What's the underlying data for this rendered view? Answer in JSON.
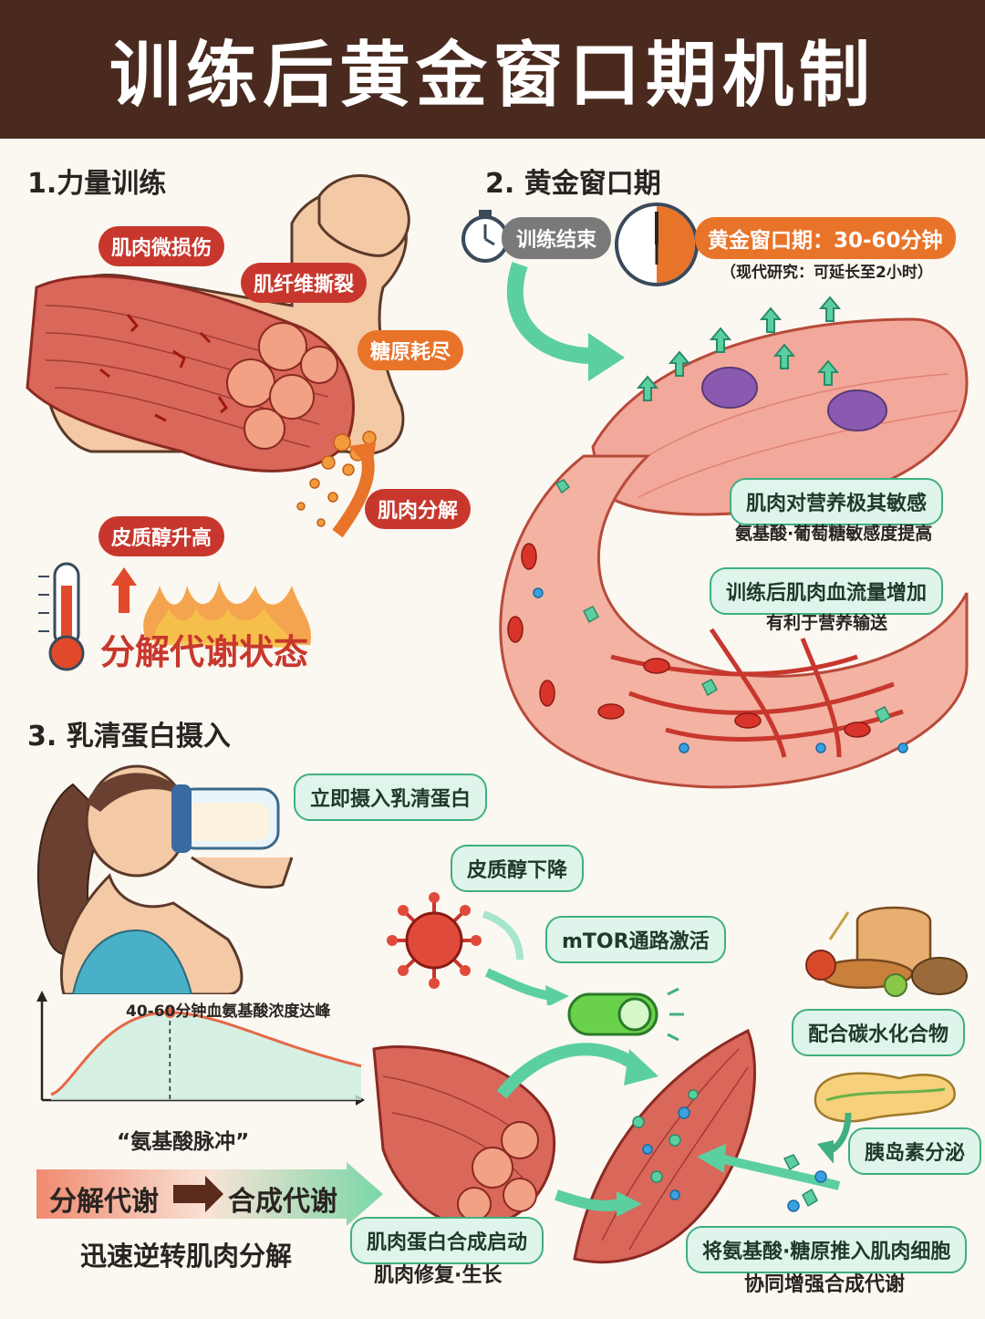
{
  "header": {
    "title": "训练后黄金窗口期机制"
  },
  "section1": {
    "title": "1.力量训练",
    "labels": {
      "micro_damage": "肌肉微损伤",
      "fiber_tear": "肌纤维撕裂",
      "glycogen_depleted": "糖原耗尽",
      "cortisol_up": "皮质醇升高",
      "muscle_breakdown": "肌肉分解"
    },
    "state": "分解代谢状态"
  },
  "section2": {
    "title": "2. 黄金窗口期",
    "training_end": "训练结束",
    "window_label": "黄金窗口期：30-60分钟",
    "window_note": "（现代研究：可延长至2小时）",
    "sensitive_title": "肌肉对营养极其敏感",
    "sensitive_note": "氨基酸·葡萄糖敏感度提高",
    "bloodflow_title": "训练后肌肉血流量增加",
    "bloodflow_note": "有利于营养输送"
  },
  "section3": {
    "title": "3. 乳清蛋白摄入",
    "intake": "立即摄入乳清蛋白",
    "cortisol_down": "皮质醇下降",
    "mtor": "mTOR通路激活",
    "carbs": "配合碳水化合物",
    "insulin": "胰岛素分泌",
    "push_title": "将氨基酸·糖原推入肌肉细胞",
    "push_note": "协同增强合成代谢",
    "synthesis_title": "肌肉蛋白合成启动",
    "synthesis_note": "肌肉修复·生长",
    "chart_peak_label": "40-60分钟血氨基酸浓度达峰",
    "chart_caption": "“氨基酸脉冲”",
    "catabolic": "分解代谢",
    "anabolic": "合成代谢",
    "reverse_note": "迅速逆转肌肉分解"
  },
  "colors": {
    "header_bg": "#4a2a1f",
    "red": "#c8372d",
    "orange": "#e8742a",
    "green": "#3fb07f",
    "muscle": "#d9675a"
  }
}
